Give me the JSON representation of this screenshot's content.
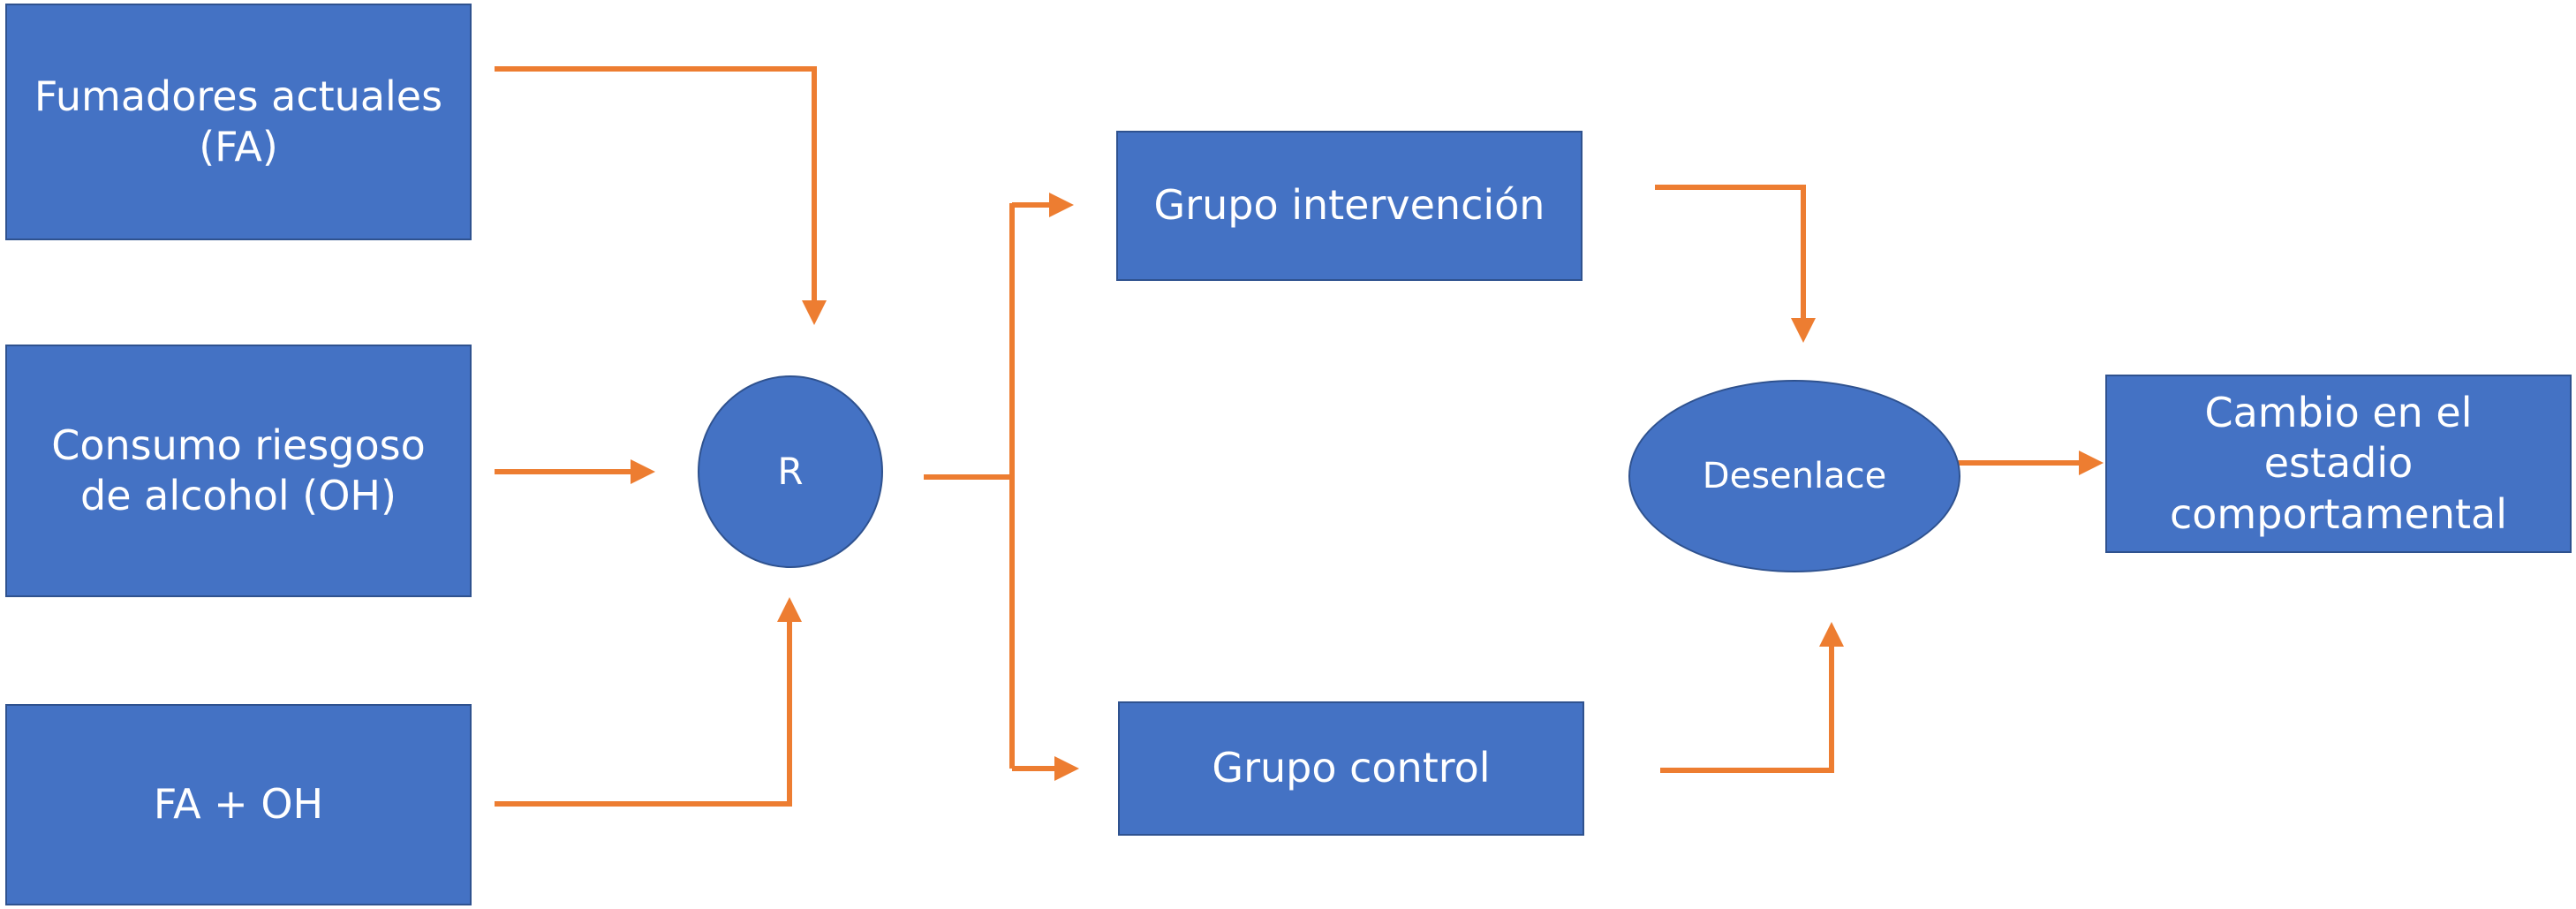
{
  "diagram": {
    "nodes": {
      "fa": "Fumadores actuales\n(FA)",
      "oh": "Consumo riesgoso\nde alcohol (OH)",
      "faoh": "FA + OH",
      "r": "R",
      "intervencion": "Grupo intervención",
      "control": "Grupo control",
      "desenlace": "Desenlace",
      "cambio": "Cambio en el\nestadio\ncomportamental"
    },
    "edges": [
      {
        "from": "Fumadores actuales (FA)",
        "to": "R"
      },
      {
        "from": "Consumo riesgoso de alcohol (OH)",
        "to": "R"
      },
      {
        "from": "FA + OH",
        "to": "R"
      },
      {
        "from": "R",
        "to": "Grupo intervención"
      },
      {
        "from": "R",
        "to": "Grupo control"
      },
      {
        "from": "Grupo intervención",
        "to": "Desenlace"
      },
      {
        "from": "Grupo control",
        "to": "Desenlace"
      },
      {
        "from": "Desenlace",
        "to": "Cambio en el estadio comportamental"
      }
    ],
    "colors": {
      "node_fill": "#4472c4",
      "node_border": "#2f528f",
      "node_text": "#ffffff",
      "connector": "#ed7d31"
    }
  }
}
